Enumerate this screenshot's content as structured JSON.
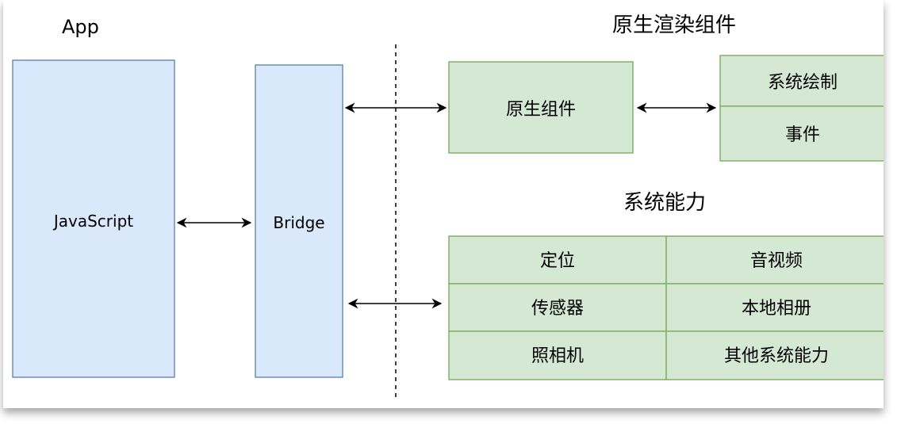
{
  "titles": {
    "app": "App",
    "native_render": "原生渲染组件",
    "system_capability": "系统能力"
  },
  "boxes": {
    "javascript": "JavaScript",
    "bridge": "Bridge",
    "native_component": "原生组件",
    "system_draw": "系统绘制",
    "event": "事件"
  },
  "capabilities": [
    [
      "定位",
      "音视频"
    ],
    [
      "传感器",
      "本地相册"
    ],
    [
      "照相机",
      "其他系统能力"
    ]
  ],
  "colors": {
    "blue_fill": "#dae8fc",
    "blue_stroke": "#6c8ebf",
    "green_fill": "#d5e8d4",
    "green_stroke": "#82b366"
  }
}
